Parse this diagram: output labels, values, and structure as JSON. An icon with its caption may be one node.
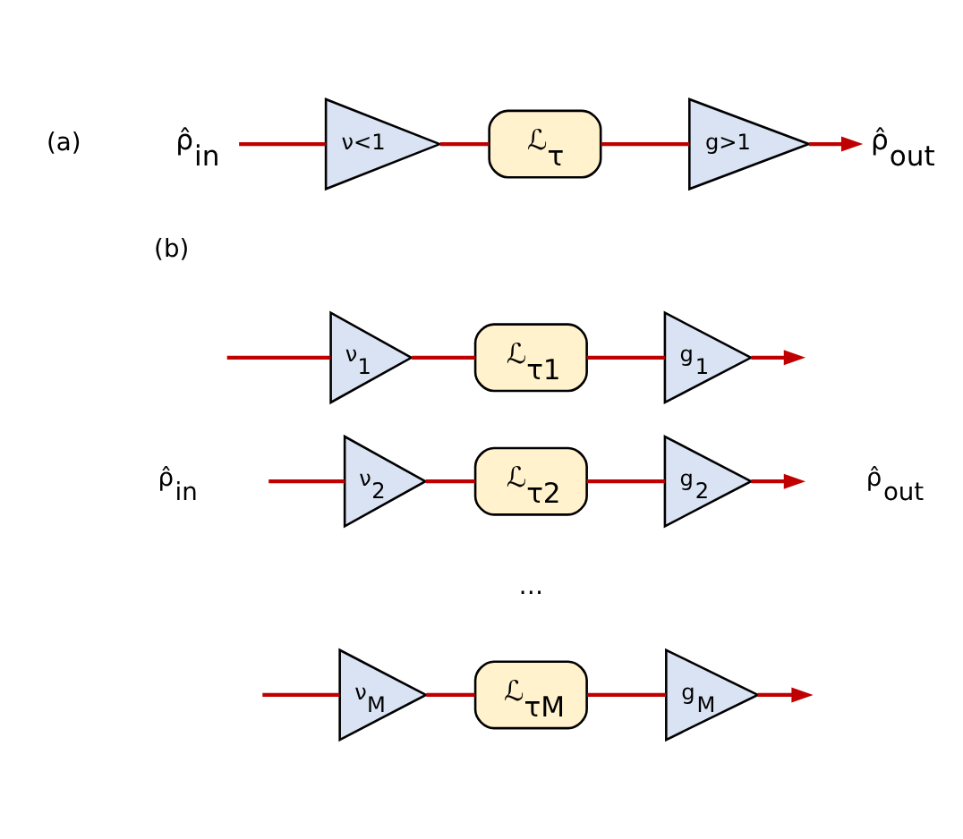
{
  "diagram": {
    "nodes": [
      {
        "text": [
          "ρ̂$_{in}$"
        ]
      },
      {
        "text": [
          "ν<1"
        ]
      },
      {
        "text": [
          "ℒ$_{τ}$"
        ]
      },
      {
        "text": [
          "g>1"
        ]
      },
      {
        "text": [
          "ρ̂$_{out}$"
        ]
      },
      {
        "text": [
          "ν$_{1}$"
        ]
      },
      {
        "text": [
          "ℒ$_{τ1}$"
        ]
      },
      {
        "text": [
          "g$_{1}$"
        ]
      },
      {
        "text": [
          "ν$_{2}$"
        ]
      },
      {
        "text": [
          "ℒ$_{τ2}$"
        ]
      },
      {
        "text": [
          "g$_{2}$"
        ]
      },
      {
        "text": [
          "ν$_{M}$"
        ]
      },
      {
        "text": [
          "ℒ$_{τM}$"
        ]
      },
      {
        "text": [
          "g$_{M}$"
        ]
      }
    ],
    "edges": [
      {
        "from": 0,
        "to": 1,
        "arrow": "none"
      },
      {
        "from": 1,
        "to": 2,
        "arrow": "none"
      },
      {
        "from": 2,
        "to": 3,
        "arrow": "none"
      },
      {
        "from": 3,
        "to": 4,
        "arrow": "to"
      },
      {
        "from": null,
        "to": 5,
        "arrow": "none"
      },
      {
        "from": 5,
        "to": 6,
        "arrow": "none"
      },
      {
        "from": 6,
        "to": 7,
        "arrow": "none"
      },
      {
        "from": 7,
        "to": null,
        "arrow": "to"
      },
      {
        "from": null,
        "to": 8,
        "arrow": "none"
      },
      {
        "from": 8,
        "to": 9,
        "arrow": "none"
      },
      {
        "from": 9,
        "to": 10,
        "arrow": "none"
      },
      {
        "from": 10,
        "to": null,
        "arrow": "to"
      },
      {
        "from": null,
        "to": 11,
        "arrow": "none"
      },
      {
        "from": 11,
        "to": 12,
        "arrow": "none"
      },
      {
        "from": 12,
        "to": 13,
        "arrow": "none"
      },
      {
        "from": 13,
        "to": null,
        "arrow": "to"
      }
    ],
    "labels": [
      "(a)",
      "(b)",
      "ρ̂$_{in}$",
      "…",
      "ρ̂$_{out}$"
    ]
  }
}
